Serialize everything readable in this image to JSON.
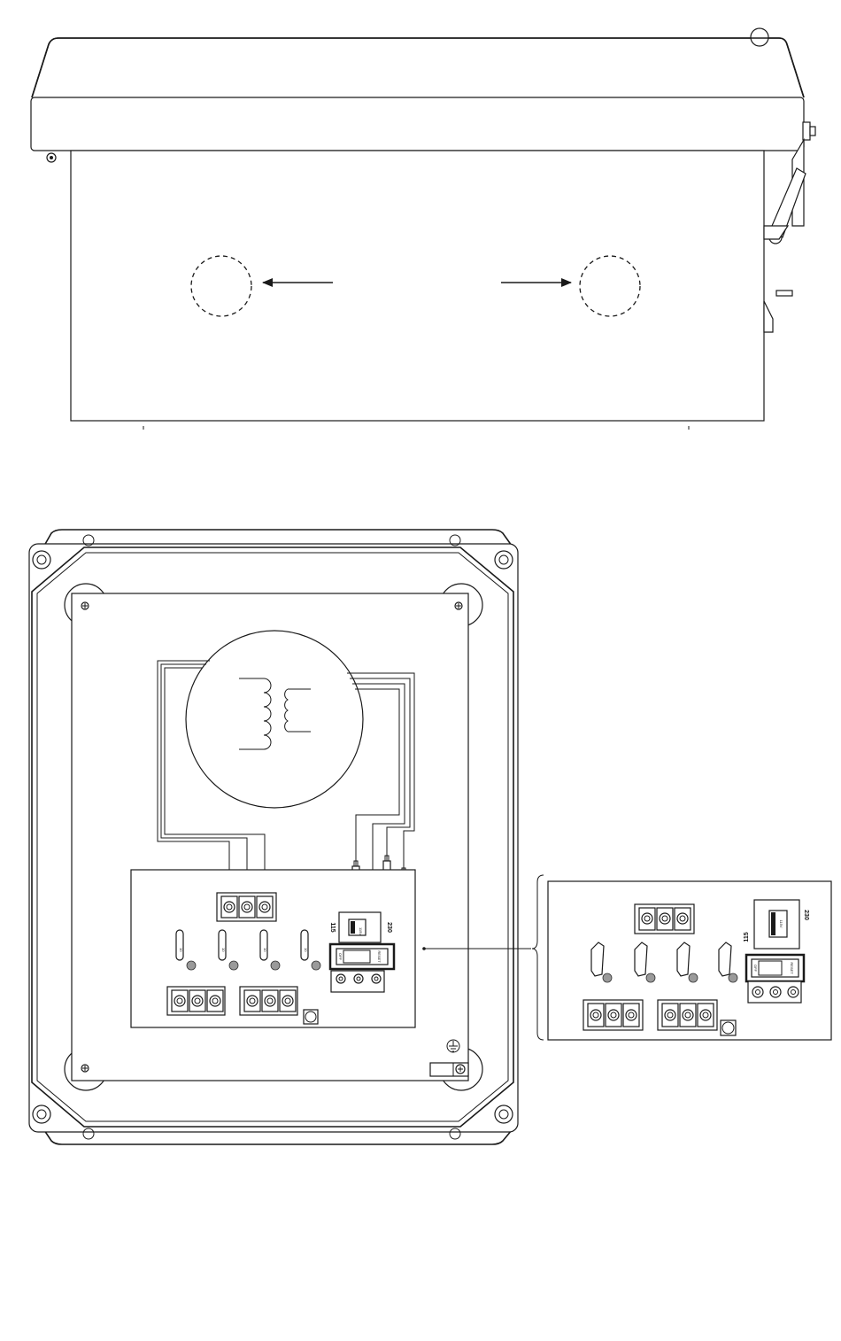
{
  "side_view": {
    "arrows": [
      "left",
      "right"
    ]
  },
  "front_view": {
    "voltage_switch": {
      "left_label": "115",
      "right_label": "230",
      "switch_text": "115V"
    },
    "power_switch": {
      "off_label": "OFF",
      "reset_label": "RESET"
    },
    "fuses": [
      {
        "rating": "10"
      },
      {
        "rating": "10"
      },
      {
        "rating": "10"
      },
      {
        "rating": "10"
      }
    ]
  },
  "detail_view": {
    "voltage_switch": {
      "left_label": "115",
      "right_label": "230",
      "switch_text": "115V"
    },
    "power_switch": {
      "off_label": "OFF",
      "reset_label": "RESET"
    }
  },
  "colors": {
    "line": "#1a1a1a",
    "indicator": "#9a9a9a",
    "background": "#ffffff"
  }
}
